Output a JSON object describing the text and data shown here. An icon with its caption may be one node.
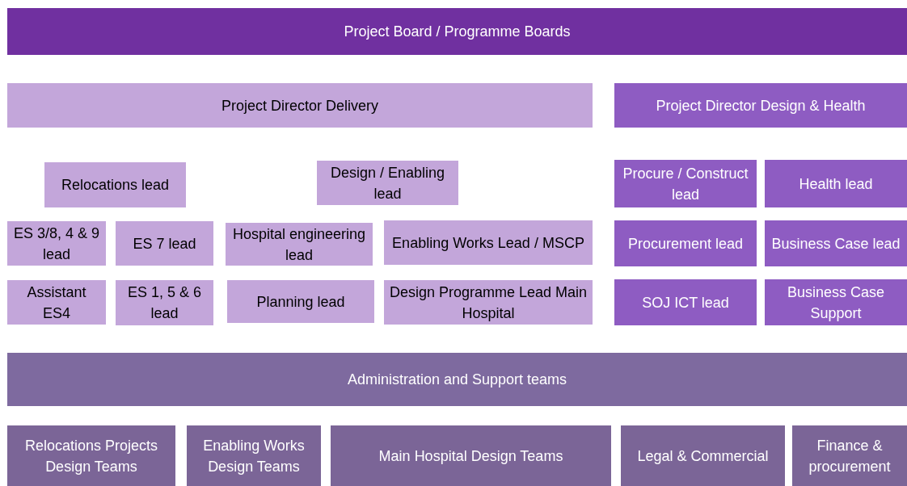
{
  "diagram": {
    "nodes": [
      {
        "text": [
          "Project Board / Programme Boards"
        ]
      },
      {
        "text": [
          "Project Director Delivery"
        ]
      },
      {
        "text": [
          "Project Director Design & Health"
        ]
      },
      {
        "text": [
          "Relocations lead"
        ]
      },
      {
        "text": [
          "Design / Enabling lead"
        ]
      },
      {
        "text": [
          "Procure / Construct lead"
        ]
      },
      {
        "text": [
          "Health lead"
        ]
      },
      {
        "text": [
          "ES 3/8, 4 & 9 lead"
        ]
      },
      {
        "text": [
          "ES 7 lead"
        ]
      },
      {
        "text": [
          "Hospital engineering lead"
        ]
      },
      {
        "text": [
          "Enabling Works Lead / MSCP"
        ]
      },
      {
        "text": [
          "Procurement lead"
        ]
      },
      {
        "text": [
          "Business Case lead"
        ]
      },
      {
        "text": [
          "Assistant ES4"
        ]
      },
      {
        "text": [
          "ES 1, 5 & 6 lead"
        ]
      },
      {
        "text": [
          "Planning lead"
        ]
      },
      {
        "text": [
          "Design Programme Lead Main Hospital"
        ]
      },
      {
        "text": [
          "SOJ ICT lead"
        ]
      },
      {
        "text": [
          "Business Case Support"
        ]
      },
      {
        "text": [
          "Administration and Support teams"
        ]
      },
      {
        "text": [
          "Relocations Projects Design Teams"
        ]
      },
      {
        "text": [
          "Enabling Works Design Teams"
        ]
      },
      {
        "text": [
          "Main Hospital Design Teams"
        ]
      },
      {
        "text": [
          "Legal & Commercial"
        ]
      },
      {
        "text": [
          "Finance & procurement"
        ]
      }
    ]
  }
}
